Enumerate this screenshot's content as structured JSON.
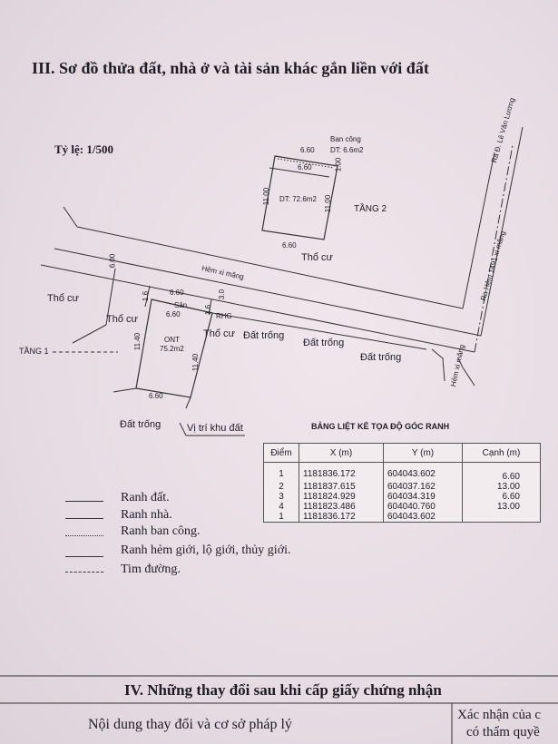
{
  "section3": {
    "title": "III. Sơ đồ thửa đất, nhà ở và tài sản khác gắn liền với đất"
  },
  "scale": "Tỷ lệ: 1/500",
  "map": {
    "ban_cong": "Ban công",
    "dt_bancong": "DT: 6.6m2",
    "t2_top_dim": "6.60",
    "t2_inner_dim": "6.60",
    "t2_right_top": "1.00",
    "t2_left_dim": "11.00",
    "t2_right_dim": "11.00",
    "t2_area": "DT: 72.6m2",
    "tang2": "TẦNG 2",
    "t2_bottom_dim": "6.60",
    "tho_cu_upper": "Thổ cư",
    "road_right_1": "Ra Đ. Lê Văn Lương",
    "road_right_2": "Ra Hẻm 1491 xi măng",
    "hem_xi_mang_diag": "Hẻm xi măng",
    "hem_xi_mang_vert": "Hẻm xi măng",
    "dim_6_00": "6.00",
    "dim_3_0": "3.0",
    "tho_cu_left": "Thổ cư",
    "tho_cu_left2": "Thổ cư",
    "dim_1_6_a": "1.6",
    "dim_6_60_top": "6.60",
    "san": "Sân",
    "dim_6_60_mid": "6.60",
    "dim_1_6_b": "1.6",
    "rhg": "RHG",
    "tho_cu_mid": "Thổ cư",
    "dat_trong_1": "Đất trống",
    "dat_trong_2": "Đất trống",
    "dat_trong_3": "Đất trống",
    "tang1": "TẦNG 1",
    "ont": "ONT",
    "ont_area": "75.2m2",
    "dim_11_40_l": "11.40",
    "dim_11_40_r": "11.40",
    "dim_6_60_bottom": "6.60",
    "dat_trong_bottom": "Đất trống",
    "vi_tri": "Vị trí khu đất"
  },
  "coord_table": {
    "title": "BẢNG LIỆT KÊ TỌA ĐỘ GÓC RANH",
    "headers": [
      "Điểm",
      "X (m)",
      "Y (m)",
      "Cạnh (m)"
    ],
    "rows": [
      {
        "p": "1",
        "x": "1181836.172",
        "y": "604043.602",
        "c": "6.60"
      },
      {
        "p": "2",
        "x": "1181837.615",
        "y": "604037.162",
        "c": "13.00"
      },
      {
        "p": "3",
        "x": "1181824.929",
        "y": "604034.319",
        "c": "6.60"
      },
      {
        "p": "4",
        "x": "1181823.486",
        "y": "604040.760",
        "c": "13.00"
      },
      {
        "p": "1",
        "x": "1181836.172",
        "y": "604043.602",
        "c": ""
      }
    ]
  },
  "legend": [
    {
      "label": "Ranh đất.",
      "style": "solid"
    },
    {
      "label": "Ranh nhà.",
      "style": "solid"
    },
    {
      "label": "Ranh ban công.",
      "style": "dotted"
    },
    {
      "label": "Ranh hẻm giới, lộ giới, thủy giới.",
      "style": "solid"
    },
    {
      "label": "Tim đường.",
      "style": "dashdot"
    }
  ],
  "section4": {
    "title": "IV. Những thay đổi sau khi cấp giấy chứng nhận",
    "col1": "Nội dung thay đổi và cơ sở pháp lý",
    "col2a": "Xác nhận của c",
    "col2b": "có thẩm quyề"
  }
}
